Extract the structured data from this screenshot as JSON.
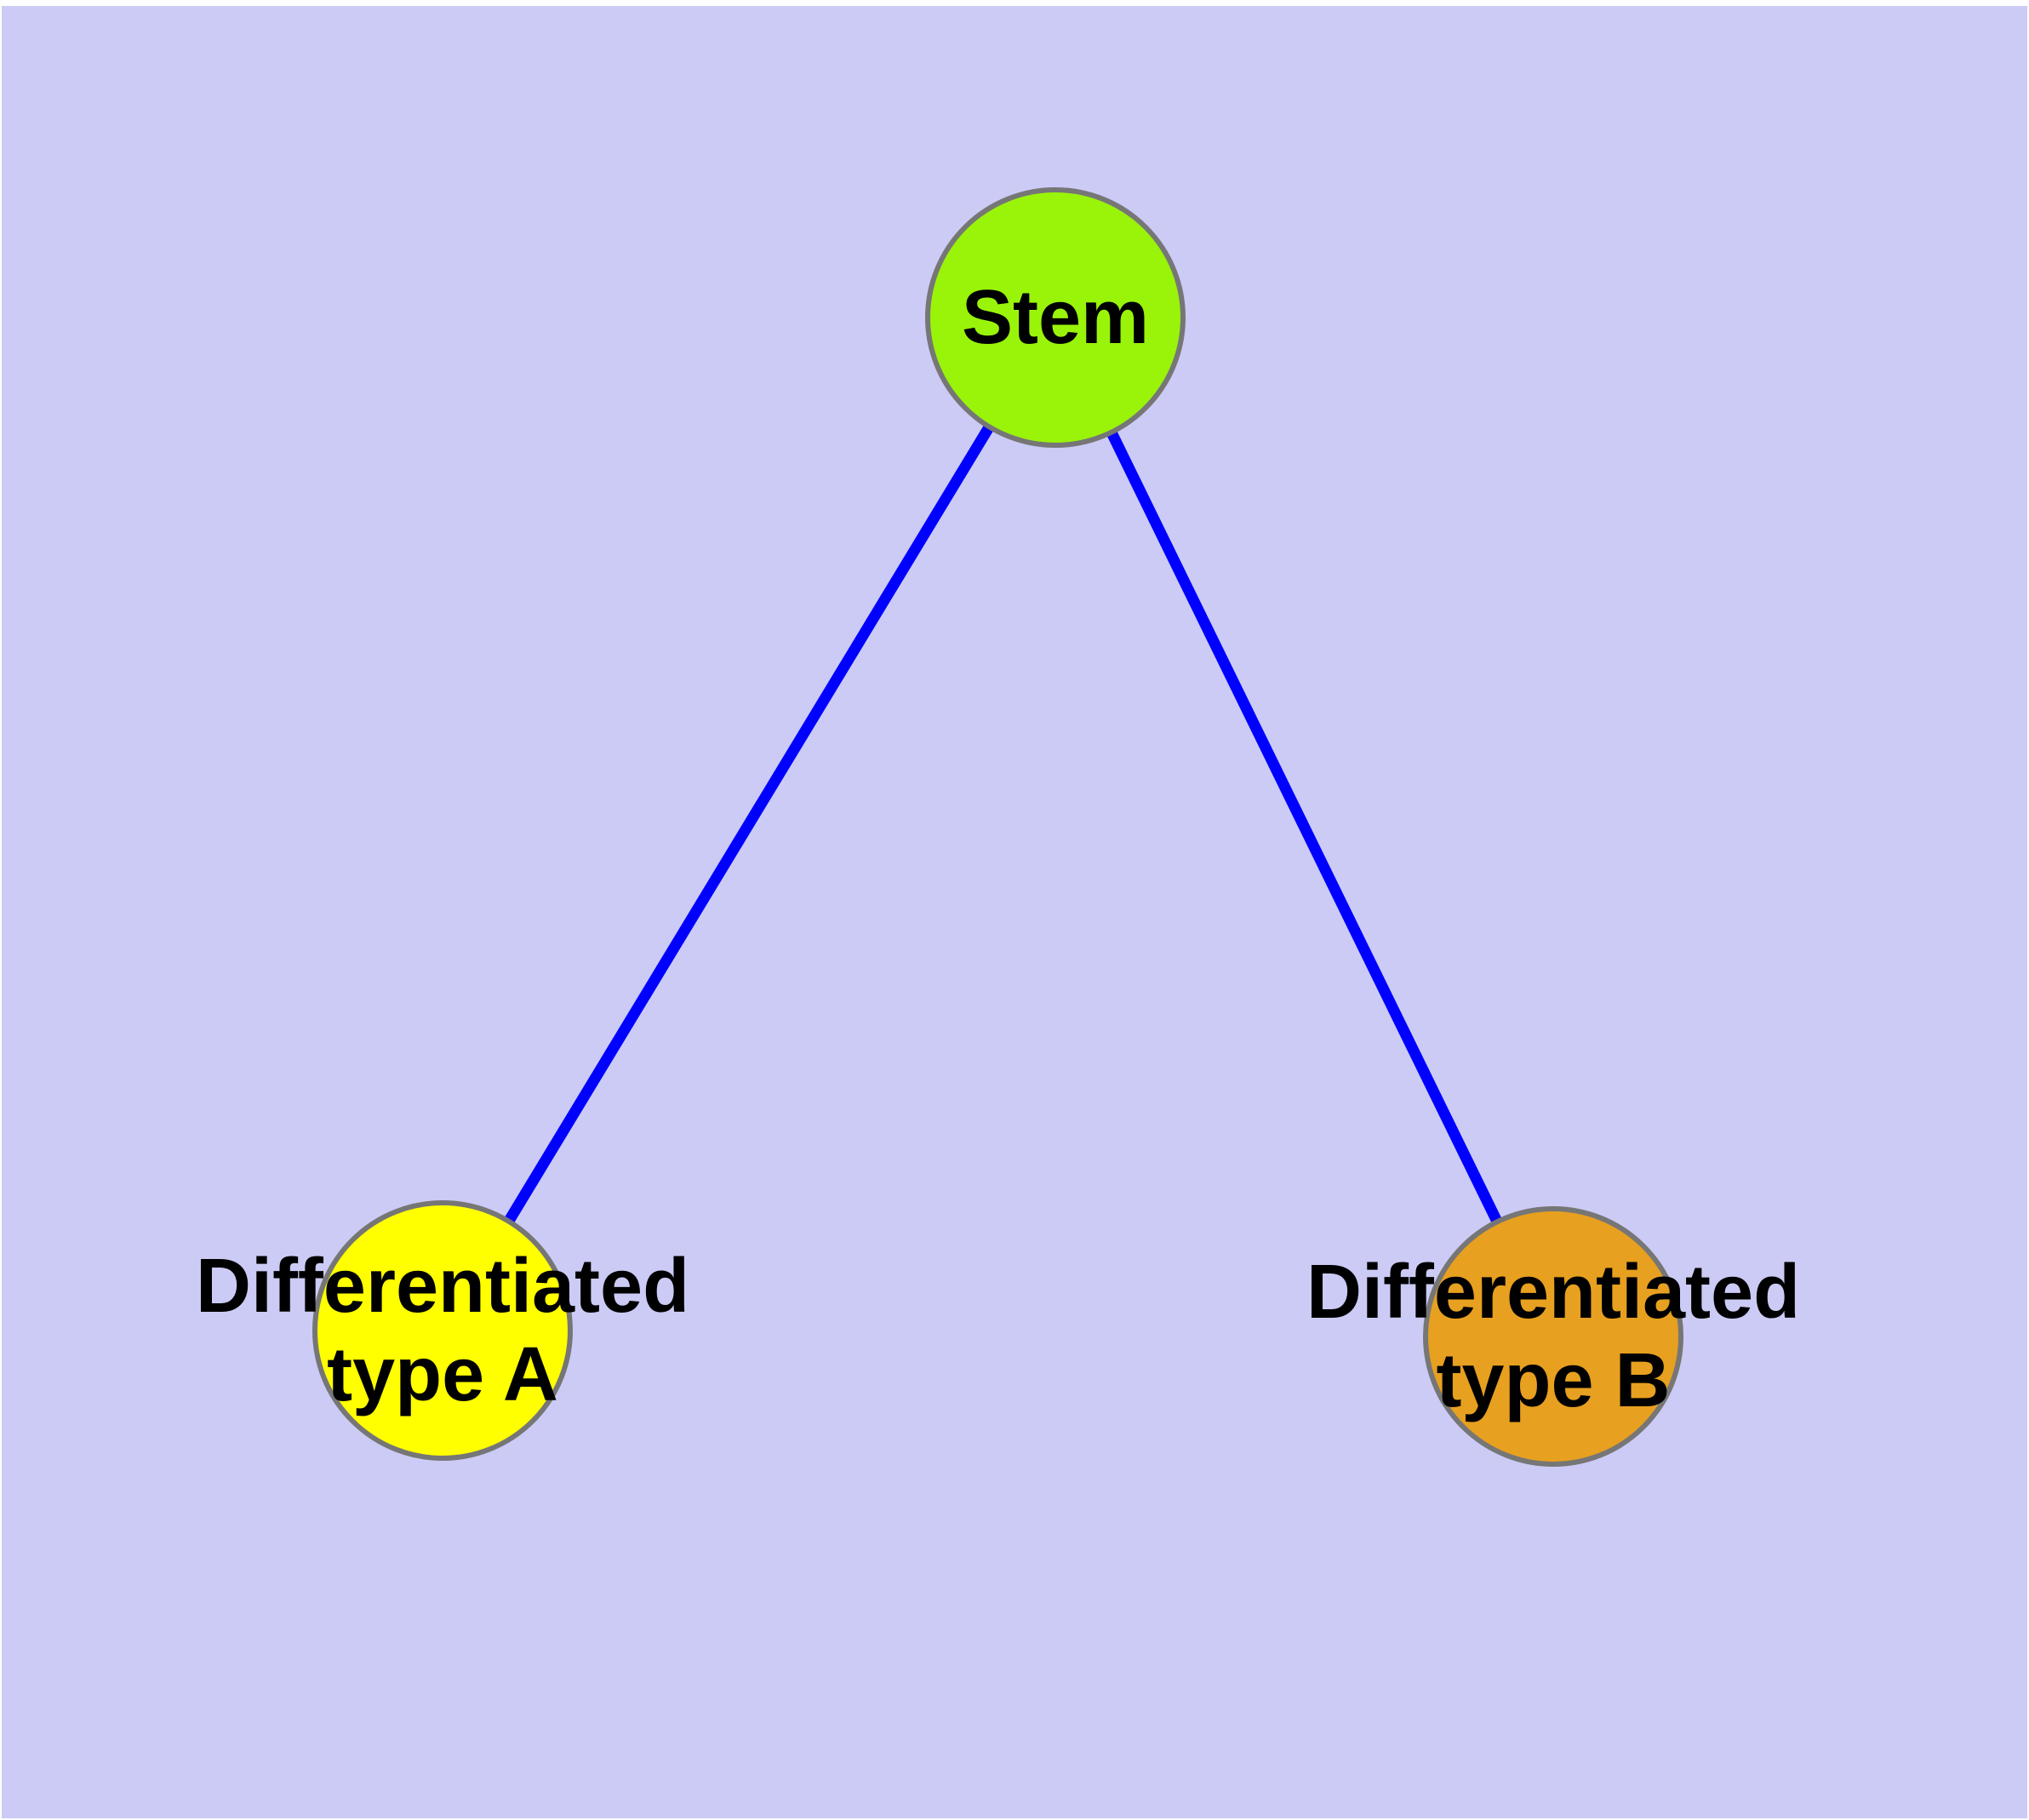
{
  "colors": {
    "page_margin": "#FFFFFF",
    "background": "#CBCBF5",
    "edge": "#0000FF",
    "node_border": "#767676",
    "label_text": "#000000"
  },
  "graph": {
    "type": "node-link-diagram",
    "nodes": [
      {
        "id": "stem",
        "label": "Stem",
        "label_lines": [
          "Stem"
        ],
        "fill": "#99F40A"
      },
      {
        "id": "differentiated-type-a",
        "label": "Differentiated type A",
        "label_lines": [
          "Differentiated",
          "type A"
        ],
        "fill": "#FFFF00"
      },
      {
        "id": "differentiated-type-b",
        "label": "Differentiated type B",
        "label_lines": [
          "Differentiated",
          "type B"
        ],
        "fill": "#E7A01F"
      }
    ],
    "edges": [
      {
        "from": "stem",
        "to": "differentiated-type-a"
      },
      {
        "from": "stem",
        "to": "differentiated-type-b"
      }
    ]
  }
}
